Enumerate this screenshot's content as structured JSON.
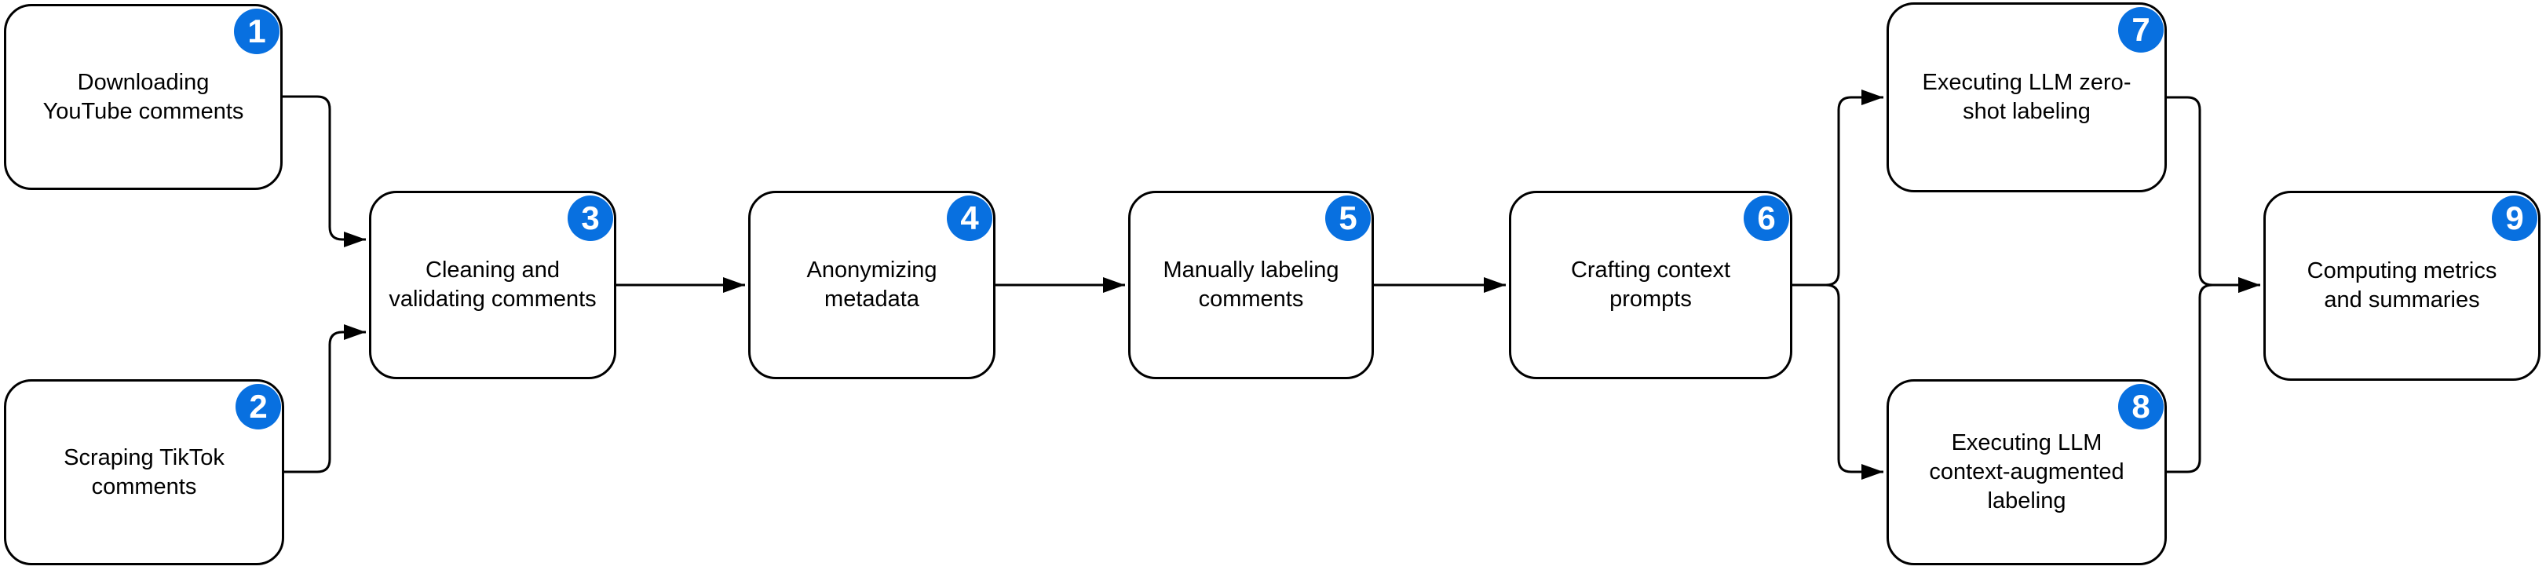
{
  "diagram": {
    "type": "flowchart",
    "background_color": "#ffffff",
    "node_border_color": "#000000",
    "badge_color": "#0870e0",
    "badge_text_color": "#ffffff",
    "nodes": [
      {
        "id": "1",
        "badge": "1",
        "label": "Downloading\nYouTube comments"
      },
      {
        "id": "2",
        "badge": "2",
        "label": "Scraping TikTok\ncomments"
      },
      {
        "id": "3",
        "badge": "3",
        "label": "Cleaning and\nvalidating comments"
      },
      {
        "id": "4",
        "badge": "4",
        "label": "Anonymizing\nmetadata"
      },
      {
        "id": "5",
        "badge": "5",
        "label": "Manually labeling\ncomments"
      },
      {
        "id": "6",
        "badge": "6",
        "label": "Crafting context\nprompts"
      },
      {
        "id": "7",
        "badge": "7",
        "label": "Executing LLM zero-\nshot labeling"
      },
      {
        "id": "8",
        "badge": "8",
        "label": "Executing LLM\ncontext-augmented\nlabeling"
      },
      {
        "id": "9",
        "badge": "9",
        "label": "Computing metrics\nand summaries"
      }
    ],
    "edges": [
      {
        "from": "1",
        "to": "3"
      },
      {
        "from": "2",
        "to": "3"
      },
      {
        "from": "3",
        "to": "4"
      },
      {
        "from": "4",
        "to": "5"
      },
      {
        "from": "5",
        "to": "6"
      },
      {
        "from": "6",
        "to": "7"
      },
      {
        "from": "6",
        "to": "8"
      },
      {
        "from": "7",
        "to": "9"
      },
      {
        "from": "8",
        "to": "9"
      }
    ]
  }
}
